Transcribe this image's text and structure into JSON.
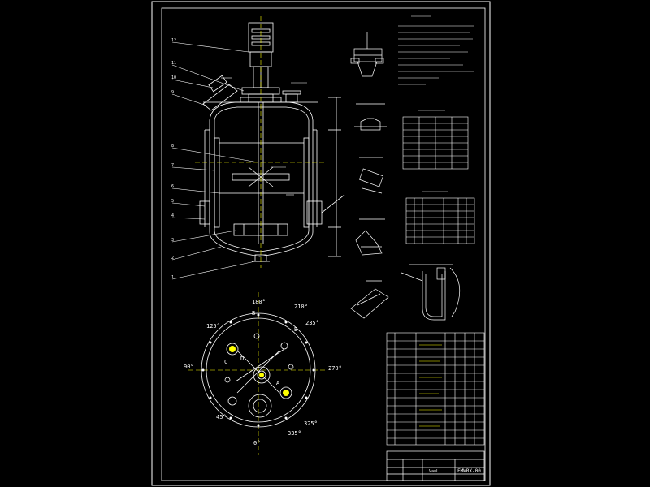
{
  "drawing": {
    "background": "#000000",
    "line_color": "#ffffff",
    "accent_color": "#ffff00",
    "drawing_no": "FMWRX-00",
    "title_block_label": "Va=L"
  },
  "main_view": {
    "callouts": [
      "12",
      "11",
      "10",
      "9",
      "8",
      "7",
      "6",
      "5",
      "4",
      "3",
      "2",
      "1"
    ]
  },
  "top_view": {
    "angles": [
      "180°",
      "210°",
      "235°",
      "270°",
      "325°",
      "335°",
      "0°",
      "45°",
      "90°",
      "125°"
    ],
    "nozzle_letters": [
      "B",
      "A",
      "C",
      "D",
      "B"
    ]
  }
}
